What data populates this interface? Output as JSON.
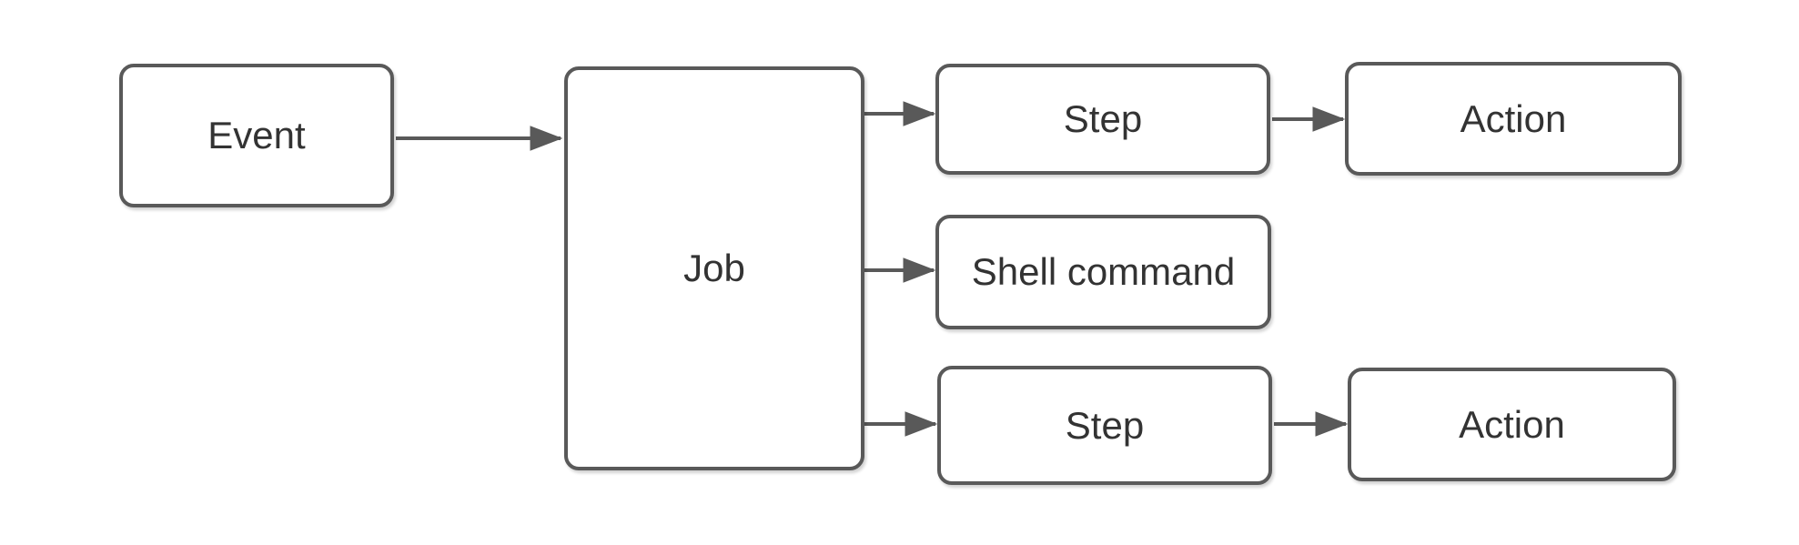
{
  "diagram": {
    "type": "flowchart",
    "colors": {
      "node_border": "#595959",
      "node_fill": "#ffffff",
      "arrow": "#595959",
      "text": "#333333",
      "background": "#ffffff"
    },
    "nodes": {
      "event": {
        "label": "Event"
      },
      "job": {
        "label": "Job"
      },
      "step_top": {
        "label": "Step"
      },
      "action_top": {
        "label": "Action"
      },
      "shell_command": {
        "label": "Shell command"
      },
      "step_bottom": {
        "label": "Step"
      },
      "action_bottom": {
        "label": "Action"
      }
    },
    "edges": [
      {
        "from": "event",
        "to": "job"
      },
      {
        "from": "job",
        "to": "step_top"
      },
      {
        "from": "job",
        "to": "shell_command"
      },
      {
        "from": "job",
        "to": "step_bottom"
      },
      {
        "from": "step_top",
        "to": "action_top"
      },
      {
        "from": "step_bottom",
        "to": "action_bottom"
      }
    ]
  }
}
